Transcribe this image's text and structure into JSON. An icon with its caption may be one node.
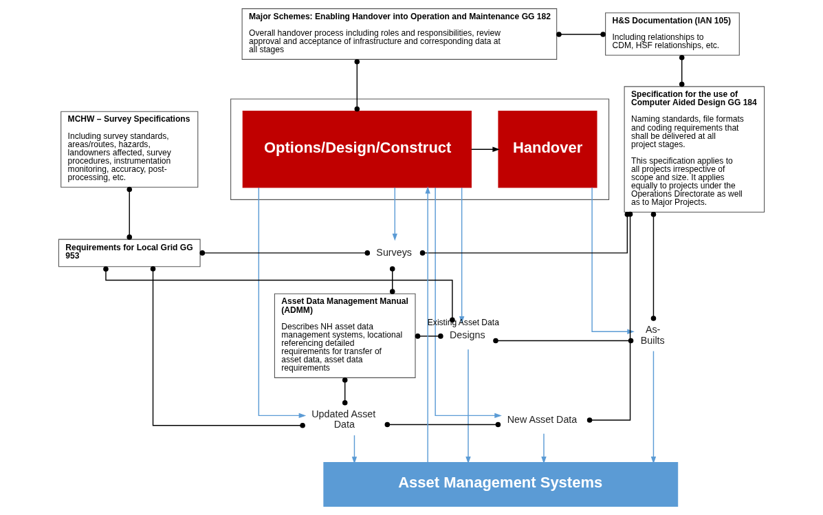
{
  "diagram": {
    "nodes": [
      {
        "text": [
          "Major Schemes: Enabling Handover into Operation and Maintenance GG 182",
          "Overall handover process including roles and responsibilities, review approval and acceptance of infrastructure and corresponding data at all stages"
        ]
      },
      {
        "text": [
          "H&S Documentation (IAN 105)",
          "Including relationships to CDM, HSF relationships, etc."
        ]
      },
      {
        "text": [
          "MCHW – Survey Specifications",
          "Including survey standards, areas/routes, hazards, landowners affected, survey procedures, instrumentation monitoring, accuracy, post-processing, etc."
        ]
      },
      {
        "text": [],
        "shape": "box"
      },
      {
        "text": [
          "Options/Design/Construct"
        ],
        "in": 3
      },
      {
        "text": [
          "Handover"
        ],
        "in": 3
      },
      {
        "text": [
          "Specification for the use of Computer Aided Design GG 184",
          "Naming standards, file formats and coding requirements that shall be delivered at all project stages.",
          "This specification applies to all projects irrespective of scope and size. It applies equally to projects under the Operations Directorate as well as to Major Projects."
        ]
      },
      {
        "text": [
          "Requirements for Local Grid GG 953"
        ]
      },
      {
        "text": [
          "Surveys"
        ]
      },
      {
        "text": [
          "Asset Data Management Manual (ADMM)",
          "Describes NH asset data management systems, locational referencing detailed requirements for transfer of asset data, asset data requirements"
        ]
      },
      {
        "text": [
          "Designs"
        ]
      },
      {
        "text": [
          "As-Builts"
        ]
      },
      {
        "text": [
          "Updated Asset Data"
        ]
      },
      {
        "text": [
          "New Asset Data"
        ]
      },
      {
        "text": [
          "Asset Management Systems"
        ]
      }
    ],
    "edges": [
      {
        "from": 0,
        "to": 4,
        "arrow": "other"
      },
      {
        "from": 0,
        "to": 1,
        "arrow": "other"
      },
      {
        "from": 1,
        "to": 6,
        "arrow": "other"
      },
      {
        "from": 2,
        "to": 7,
        "arrow": "other"
      },
      {
        "from": 4,
        "to": 5,
        "arrow": "to"
      },
      {
        "from": 4,
        "to": 8,
        "arrow": "to",
        "color": "#5b9bd5"
      },
      {
        "from": 4,
        "to": 12,
        "arrow": "to",
        "color": "#5b9bd5"
      },
      {
        "from": 4,
        "to": 10,
        "arrow": "to",
        "color": "#5b9bd5"
      },
      {
        "from": 4,
        "to": 13,
        "arrow": "to",
        "color": "#5b9bd5"
      },
      {
        "from": 5,
        "to": 11,
        "arrow": "to",
        "color": "#5b9bd5"
      },
      {
        "from": 7,
        "to": 8,
        "arrow": "other"
      },
      {
        "from": 7,
        "to": 10,
        "arrow": "other"
      },
      {
        "from": 7,
        "to": 12,
        "arrow": "other"
      },
      {
        "from": 9,
        "to": 8,
        "arrow": "other"
      },
      {
        "from": 9,
        "to": 10,
        "arrow": "other"
      },
      {
        "from": 9,
        "to": 12,
        "arrow": "other"
      },
      {
        "from": 8,
        "to": 6,
        "arrow": "other"
      },
      {
        "from": 10,
        "to": 11,
        "arrow": "other"
      },
      {
        "from": 11,
        "to": 6,
        "arrow": "other"
      },
      {
        "from": 12,
        "to": 13,
        "arrow": "other"
      },
      {
        "from": 13,
        "to": 6,
        "arrow": "other"
      },
      {
        "from": 12,
        "to": 14,
        "arrow": "to",
        "color": "#5b9bd5"
      },
      {
        "from": 10,
        "to": 14,
        "arrow": "to",
        "color": "#5b9bd5"
      },
      {
        "from": 13,
        "to": 14,
        "arrow": "to",
        "color": "#5b9bd5"
      },
      {
        "from": 11,
        "to": 14,
        "arrow": "to",
        "color": "#5b9bd5"
      },
      {
        "from": 14,
        "to": 4,
        "label": "Existing Asset Data",
        "arrow": "to",
        "color": "#5b9bd5"
      }
    ]
  }
}
